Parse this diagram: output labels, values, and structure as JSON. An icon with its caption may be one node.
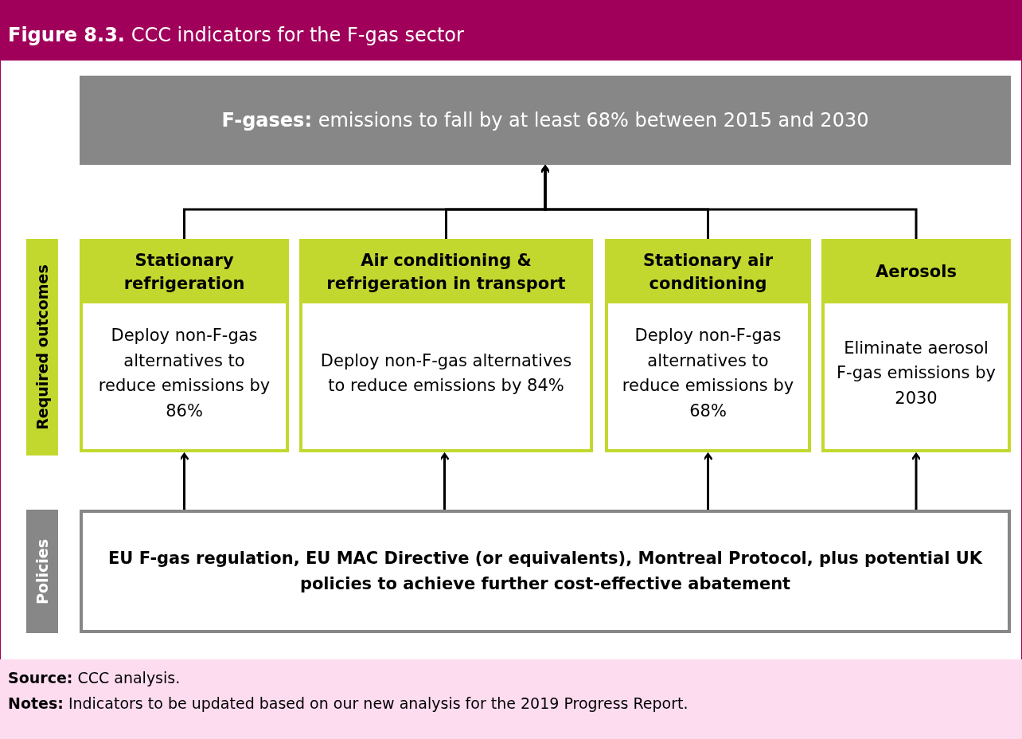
{
  "diagram": {
    "title": "**Figure 8.3.** CCC indicators for the F-gas sector",
    "nodes": [
      {
        "text": [
          "**F-gases:** emissions to fall by at least 68% between 2015 and 2030"
        ]
      },
      {
        "text": [
          "Required outcomes"
        ]
      },
      {
        "text": [
          "Stationary refrigeration",
          "Deploy non-F-gas alternatives to reduce emissions by 86%"
        ]
      },
      {
        "text": [
          "Air conditioning & refrigeration in transport",
          "Deploy non-F-gas alternatives to reduce emissions by 84%"
        ]
      },
      {
        "text": [
          "Stationary air conditioning",
          "Deploy non-F-gas alternatives to reduce emissions by 68%"
        ]
      },
      {
        "text": [
          "Aerosols",
          "Eliminate aerosol F-gas emissions by 2030"
        ]
      },
      {
        "text": [
          "Policies"
        ]
      },
      {
        "text": [
          "EU F-gas regulation, EU MAC Directive (or equivalents), Montreal Protocol, plus potential UK policies to achieve further cost-effective abatement"
        ]
      }
    ],
    "edges": [
      {
        "from": 2,
        "to": 0,
        "arrow": "to"
      },
      {
        "from": 3,
        "to": 0,
        "arrow": "to"
      },
      {
        "from": 4,
        "to": 0,
        "arrow": "to"
      },
      {
        "from": 5,
        "to": 0,
        "arrow": "to"
      },
      {
        "from": 7,
        "to": 2,
        "arrow": "to"
      },
      {
        "from": 7,
        "to": 3,
        "arrow": "to"
      },
      {
        "from": 7,
        "to": 4,
        "arrow": "to"
      },
      {
        "from": 7,
        "to": 5,
        "arrow": "to"
      }
    ],
    "labels": [
      "**Source:** CCC analysis.",
      "**Notes:** Indicators to be updated based on our new analysis for the 2019 Progress Report."
    ]
  }
}
